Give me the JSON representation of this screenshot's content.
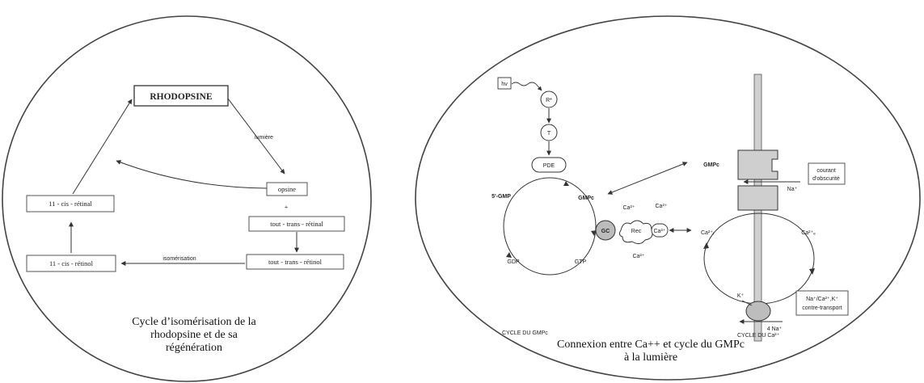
{
  "left": {
    "title_box": "RHODOPSINE",
    "lumiere": "lumière",
    "opsine": "opsine",
    "plus": "+",
    "tout_trans_retinal": "tout - trans - rétinal",
    "tout_trans_retinol": "tout - trans - rétinol",
    "isomerisation": "isomérisation",
    "cis_retinol": "11 - cis - rétinol",
    "cis_retinal": "11 - cis - rétinal",
    "caption": "Cycle d’isomérisation de la\nrhodopsine et de sa\nrégénération"
  },
  "right": {
    "hv": "hν",
    "r_star": "R*",
    "t": "T",
    "pde": "PDE",
    "gmp5": "5'-GMP",
    "gmpc_left": "GMPc",
    "gdp": "GDP",
    "gtp": "GTP",
    "gc": "GC",
    "rec": "Rec",
    "ca_rec": "Ca²⁺",
    "ca_top1": "Ca²⁺",
    "ca_top2": "Ca²⁺",
    "ca_bottom": "Ca²⁺",
    "ca_i": "Ca²⁺ᵢ",
    "ca_e": "Ca²⁺ₑ",
    "gmpc_right": "GMPc",
    "na": "Na⁺",
    "courant_line1": "courant",
    "courant_line2": "d'obscurité",
    "k": "K⁺",
    "exchanger_line1": "Na⁺/Ca²⁺,K⁺",
    "exchanger_line2": "contre-transport",
    "four_na": "4 Na⁺",
    "cycle_gmpc": "CYCLE DU GMPc",
    "cycle_ca": "CYCLE DU Ca²⁺",
    "caption": "Connexion entre Ca++ et cycle du GMPc\nà la lumière"
  }
}
